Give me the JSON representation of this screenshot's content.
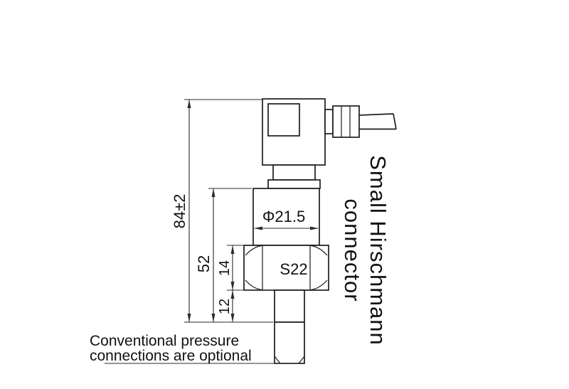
{
  "diagram": {
    "dimensions": {
      "overall": "84±2",
      "body": "52",
      "hex": "14",
      "stub": "12",
      "diameter": "Φ21.5",
      "hex_flats": "S22"
    },
    "connector_label": {
      "line1": "Small Hirschmann",
      "line2": "connector"
    },
    "note": {
      "line1": "Conventional pressure",
      "line2": "connections are optional"
    },
    "colors": {
      "outline": "#1c1c1c",
      "dimension": "#2b2b2b",
      "background": "#ffffff"
    }
  }
}
